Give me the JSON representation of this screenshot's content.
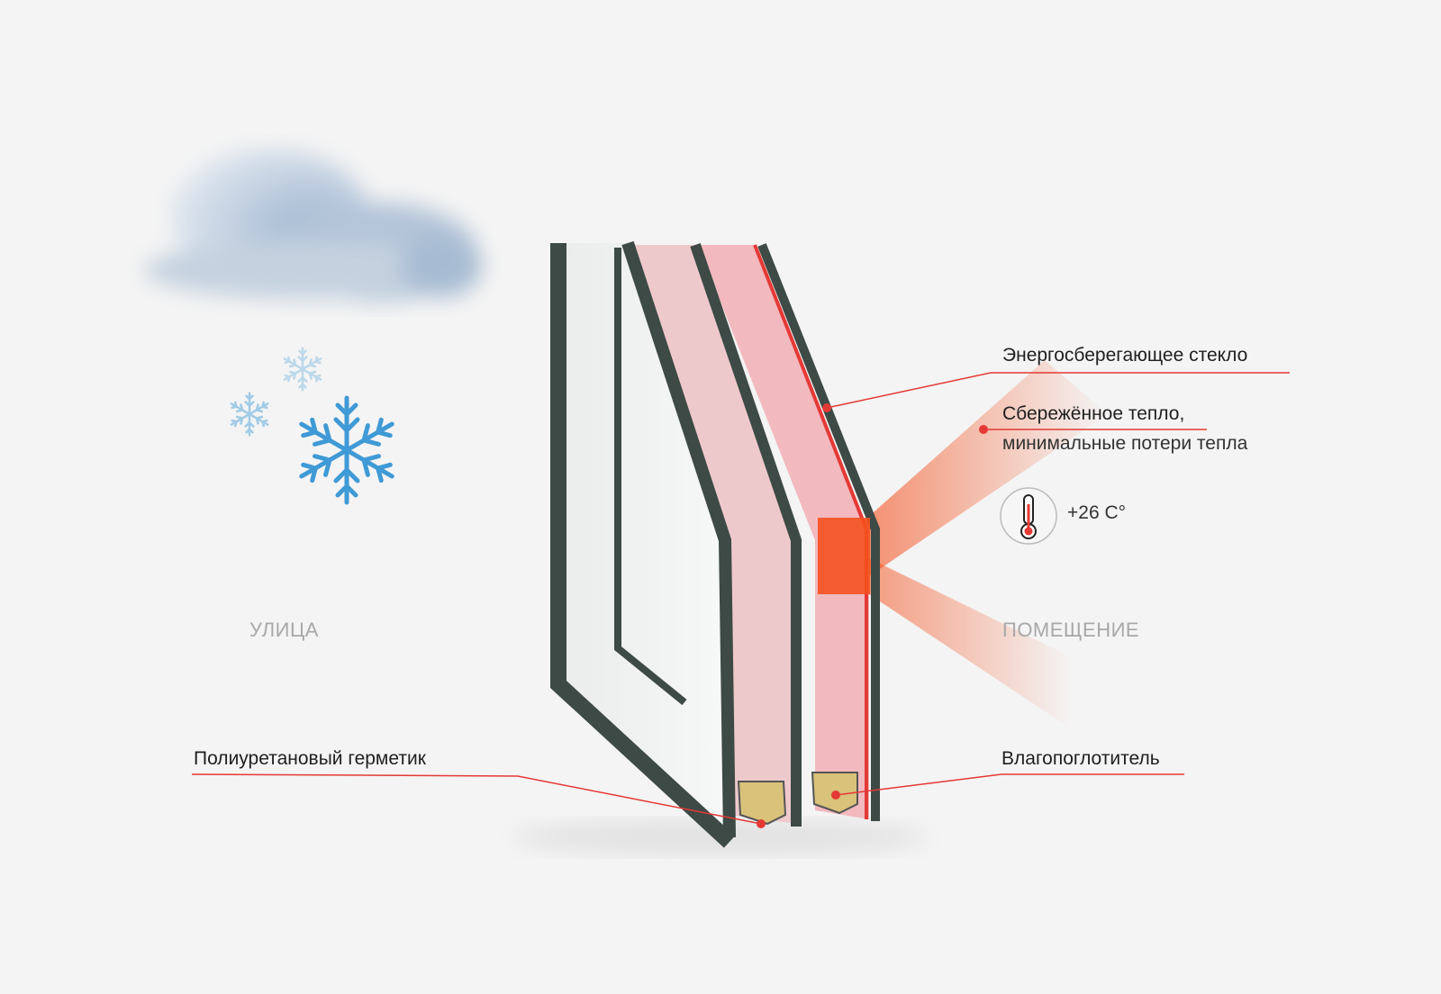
{
  "labels": {
    "outside": "УЛИЦА",
    "inside": "ПОМЕЩЕНИЕ",
    "energy_glass": "Энергосберегающее стекло",
    "saved_heat_title": "Сбережённое тепло,",
    "saved_heat_sub": "минимальные потери тепла",
    "temperature": "+26 C°",
    "sealant": "Полиуретановый герметик",
    "desiccant": "Влагопоглотитель"
  },
  "colors": {
    "accent": "#e53935",
    "frame": "#3d4a45",
    "heat": "#f4511e",
    "snow": "#3f9ad6"
  }
}
